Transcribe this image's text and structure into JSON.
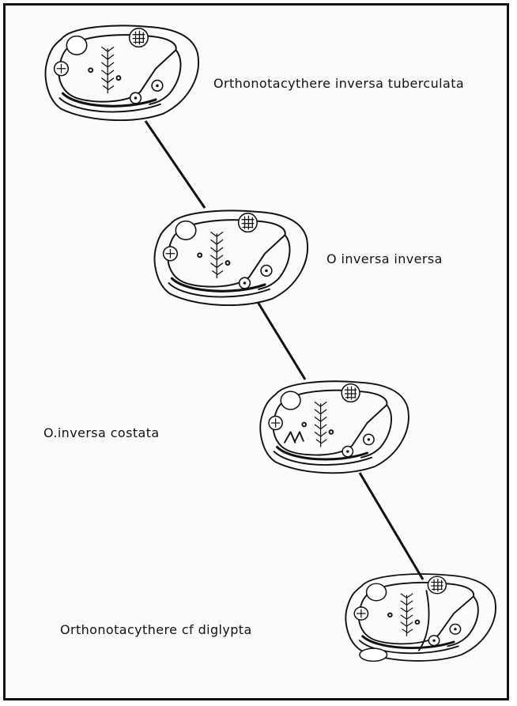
{
  "diagram": {
    "nodes": [
      {
        "id": "specimen-1",
        "label": "Orthonotacythere inversa tuberculata"
      },
      {
        "id": "specimen-2",
        "label": "O inversa inversa"
      },
      {
        "id": "specimen-3",
        "label": "O.inversa costata"
      },
      {
        "id": "specimen-4",
        "label": "Orthonotacythere cf diglypta"
      }
    ],
    "edges": [
      {
        "from": "specimen-1",
        "to": "specimen-2"
      },
      {
        "from": "specimen-2",
        "to": "specimen-3"
      },
      {
        "from": "specimen-3",
        "to": "specimen-4"
      }
    ]
  }
}
